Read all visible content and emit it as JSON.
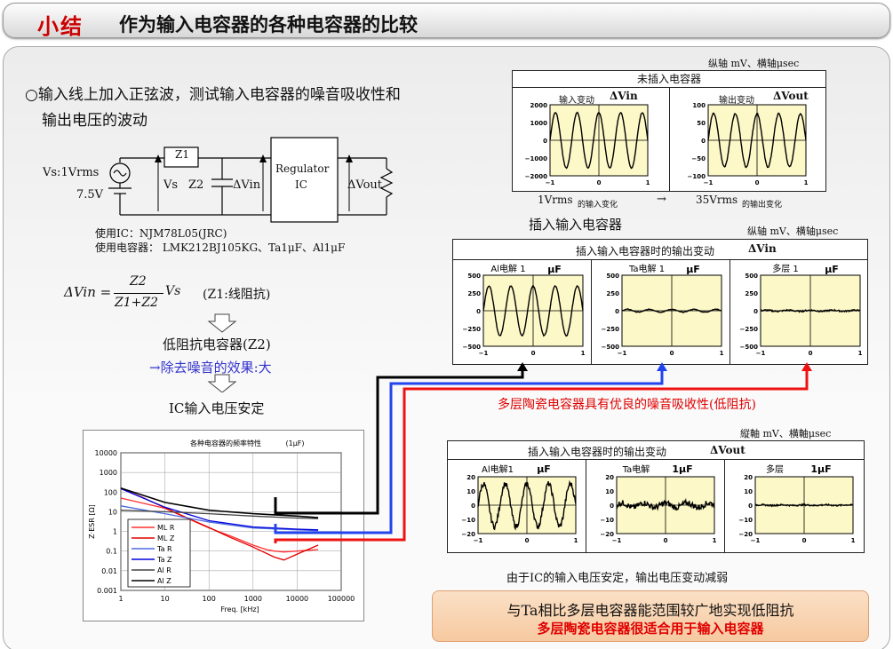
{
  "header": {
    "title": "小结",
    "subtitle": "作为输入电容器的各种电容器的比较"
  },
  "intro": {
    "bullet": "○",
    "line1": "输入线上加入正弦波，测试输入电容器的噪音吸收性和",
    "line2": "输出电压的波动"
  },
  "circuit": {
    "vs_label": "Vs:1Vrms",
    "dc_label": "7.5V",
    "z1": "Z1",
    "vs": "Vs",
    "z2": "Z2",
    "dvin": "ΔVin",
    "reg_line1": "Regulator",
    "reg_line2": "IC",
    "dvout": "ΔVout",
    "ic_used": "使用IC：NJM78L05(JRC)",
    "caps_used": "使用电容器：  LMK212BJ105KG、Ta1μF、Al1μF"
  },
  "formula": {
    "lhs": "ΔVin =",
    "num": "Z2",
    "den": "Z1+Z2",
    "vs": "Vs",
    "note": "(Z1:线阻抗)"
  },
  "flow": {
    "step1": "低阻抗电容器(Z2)",
    "step2": "→除去噪音的效果:大",
    "step3": "IC输入电压安定"
  },
  "top_chart": {
    "units": "纵轴  mV、横轴μsec",
    "title": "未插入电容器",
    "left_label": "输入变动",
    "left_sym": "ΔVin",
    "right_label": "输出变动",
    "right_sym": "ΔVout",
    "left_yticks": [
      "2000",
      "1000",
      "0",
      "−1000",
      "−2000"
    ],
    "right_yticks": [
      "100",
      "50",
      "0",
      "−50",
      "−100"
    ],
    "xticks": [
      "−1",
      "0",
      "1"
    ],
    "cap_left_val": "1Vrms",
    "cap_left_txt": "的输入变化",
    "cap_arrow": "→",
    "cap_right_val": "35Vrms",
    "cap_right_txt": "的输出变化"
  },
  "mid_label": "插入输入电容器",
  "mid_chart": {
    "units": "纵轴  mV、横轴μsec",
    "title": "插入输入电容器时的输出变动",
    "sym": "ΔVin",
    "panels": [
      {
        "name": "Al电解  1",
        "unit": "μF"
      },
      {
        "name": "Ta电解  1",
        "unit": "μF"
      },
      {
        "name": "多层  1",
        "unit": "μF"
      }
    ],
    "yticks": [
      "500",
      "250",
      "0",
      "−250",
      "−500"
    ],
    "xticks": [
      "−1",
      "0",
      "1"
    ]
  },
  "red_note": "多层陶瓷电容器具有优良的噪音吸收性(低阻抗)",
  "bot_chart": {
    "units": "縦軸  mV、横軸μsec",
    "title": "插入输入电容器时的输出变动",
    "sym": "ΔVout",
    "panels": [
      {
        "name": "Al电解1",
        "unit": "μF"
      },
      {
        "name": "Ta电解",
        "unit": "1μF"
      },
      {
        "name": "多层",
        "unit": "1μF"
      }
    ],
    "yticks": [
      "20",
      "10",
      "0",
      "−10",
      "−20"
    ],
    "xticks": [
      "−1",
      "0",
      "1"
    ]
  },
  "freq_chart": {
    "title": "各种电容器的频率特性",
    "title_unit": "(1μF)",
    "ylabel": "Z·ESR [Ω]",
    "xlabel": "Freq. [kHz]",
    "yticks": [
      "10000",
      "1000",
      "100",
      "10",
      "1",
      "0.1",
      "0.01",
      "0.001"
    ],
    "xticks": [
      "1",
      "10",
      "100",
      "1000",
      "10000",
      "100000"
    ],
    "legend": [
      "ML  R",
      "ML  Z",
      "Ta  R",
      "Ta  Z",
      "Al  R",
      "Al  Z"
    ]
  },
  "conclusion": "由于IC的输入电压安定，输出电压变动减弱",
  "summary": {
    "line1": "与Ta相比多层电容器能范围较广地实现低阻抗",
    "line2": "多层陶瓷电容器很适合用于输入电容器"
  },
  "chart_data": [
    {
      "type": "line",
      "title": "各种电容器的频率特性",
      "xlabel": "Freq. [kHz]",
      "ylabel": "Z·ESR [Ω]",
      "x_scale": "log",
      "y_scale": "log",
      "xlim": [
        1,
        100000
      ],
      "ylim": [
        0.001,
        10000
      ],
      "series": [
        {
          "name": "ML  R",
          "color": "#ff3030",
          "x": [
            1,
            10,
            100,
            300,
            1000,
            2000,
            3000,
            5000,
            10000,
            30000
          ],
          "y": [
            50,
            15,
            1.5,
            0.6,
            0.2,
            0.12,
            0.1,
            0.09,
            0.1,
            0.12
          ]
        },
        {
          "name": "ML  Z",
          "color": "#e00000",
          "x": [
            1,
            3,
            10,
            30,
            100,
            300,
            1000,
            3000,
            5000,
            10000,
            30000
          ],
          "y": [
            150,
            55,
            16,
            5.2,
            1.6,
            0.5,
            0.16,
            0.05,
            0.035,
            0.07,
            0.2
          ]
        },
        {
          "name": "Ta  R",
          "color": "#4a6ae0",
          "x": [
            1,
            10,
            100,
            1000,
            10000,
            30000
          ],
          "y": [
            20,
            8,
            3,
            1.5,
            1.2,
            1.1
          ]
        },
        {
          "name": "Ta  Z",
          "color": "#0000dd",
          "x": [
            1,
            10,
            100,
            1000,
            10000,
            30000
          ],
          "y": [
            150,
            17,
            3.5,
            1.7,
            1.3,
            1.2
          ]
        },
        {
          "name": "Al  R",
          "color": "#444444",
          "x": [
            1,
            10,
            100,
            1000,
            10000,
            30000
          ],
          "y": [
            12,
            10,
            8,
            6,
            4.8,
            4.5
          ]
        },
        {
          "name": "Al  Z",
          "color": "#000000",
          "x": [
            1,
            10,
            100,
            1000,
            10000,
            30000
          ],
          "y": [
            160,
            30,
            12,
            8,
            6,
            5
          ]
        }
      ]
    }
  ]
}
